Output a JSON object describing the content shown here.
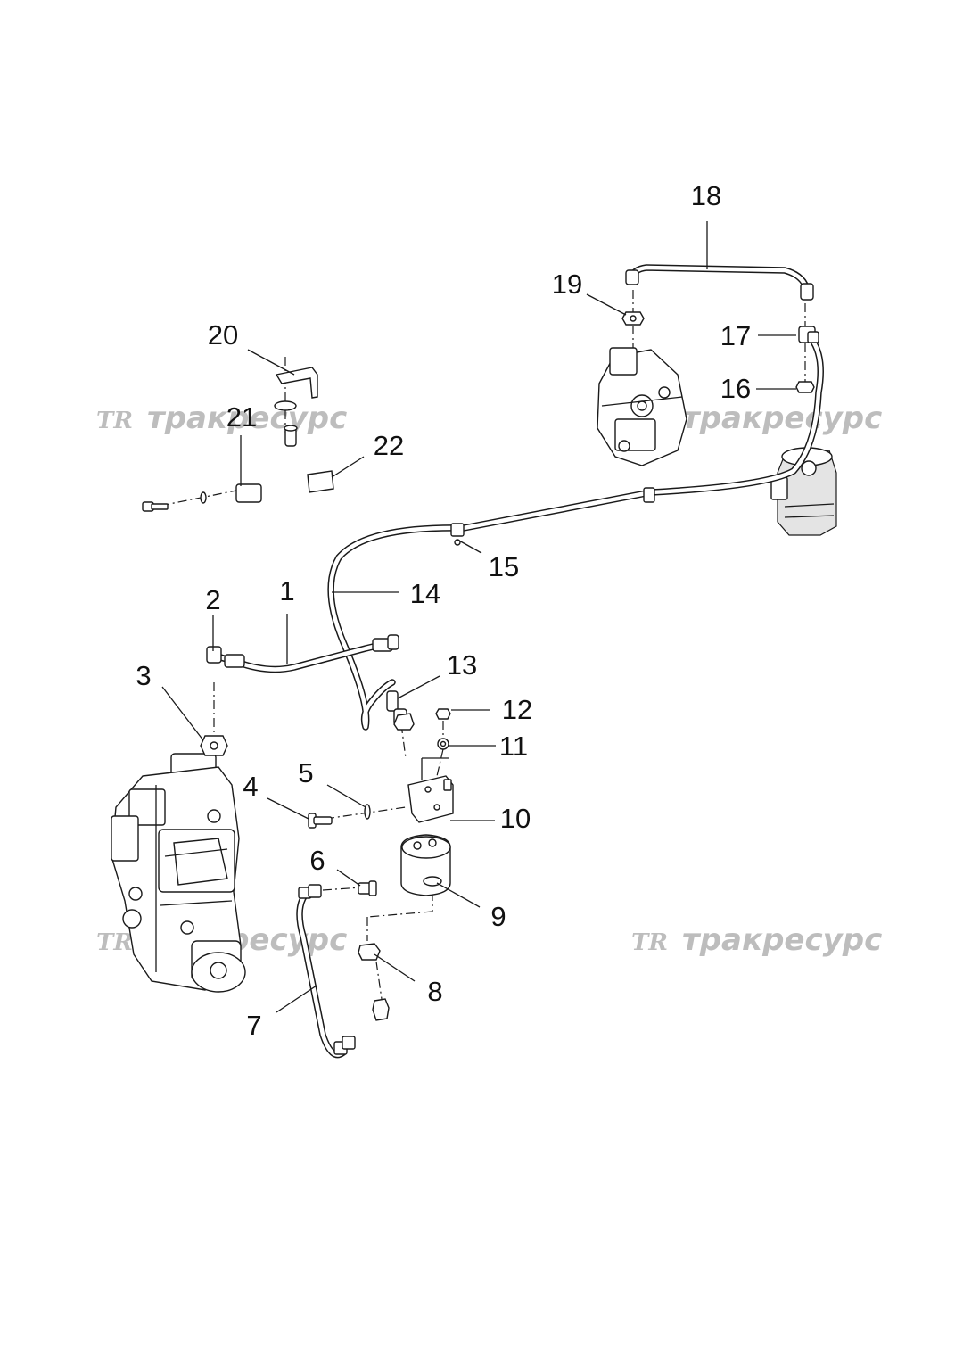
{
  "watermark": {
    "logo": "TR",
    "text": "тракресурс"
  },
  "callouts": [
    {
      "id": "callout-1",
      "label": "1"
    },
    {
      "id": "callout-2",
      "label": "2"
    },
    {
      "id": "callout-3",
      "label": "3"
    },
    {
      "id": "callout-4",
      "label": "4"
    },
    {
      "id": "callout-5",
      "label": "5"
    },
    {
      "id": "callout-6",
      "label": "6"
    },
    {
      "id": "callout-7",
      "label": "7"
    },
    {
      "id": "callout-8",
      "label": "8"
    },
    {
      "id": "callout-9",
      "label": "9"
    },
    {
      "id": "callout-10",
      "label": "10"
    },
    {
      "id": "callout-11",
      "label": "11"
    },
    {
      "id": "callout-12",
      "label": "12"
    },
    {
      "id": "callout-13",
      "label": "13"
    },
    {
      "id": "callout-14",
      "label": "14"
    },
    {
      "id": "callout-15",
      "label": "15"
    },
    {
      "id": "callout-16",
      "label": "16"
    },
    {
      "id": "callout-17",
      "label": "17"
    },
    {
      "id": "callout-18",
      "label": "18"
    },
    {
      "id": "callout-19",
      "label": "19"
    },
    {
      "id": "callout-20",
      "label": "20"
    },
    {
      "id": "callout-21",
      "label": "21"
    },
    {
      "id": "callout-22",
      "label": "22"
    }
  ]
}
